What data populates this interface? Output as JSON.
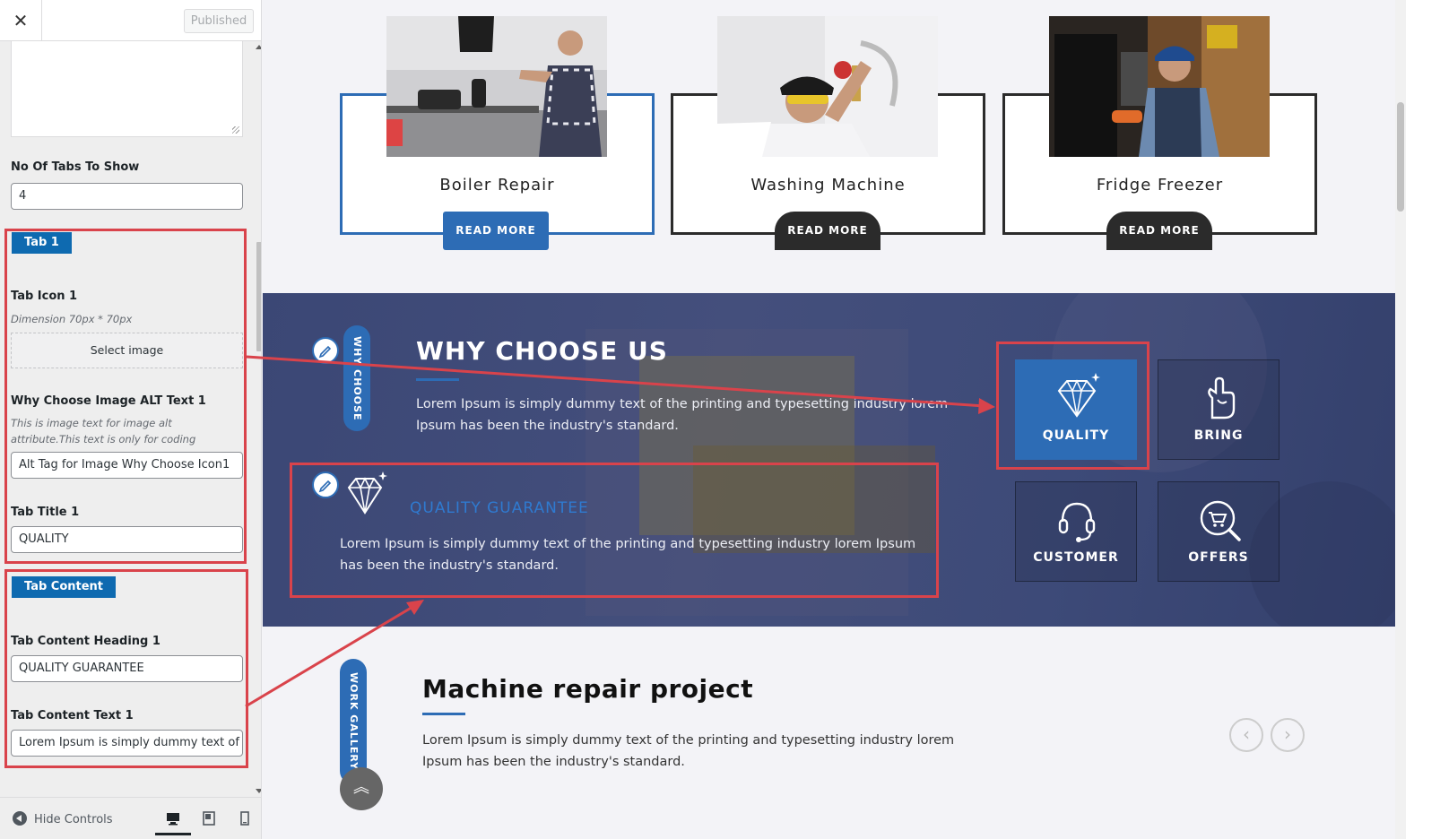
{
  "sidebar": {
    "close_icon": "close-icon",
    "publish_label": "Published",
    "no_of_tabs_label": "No Of Tabs To Show",
    "no_of_tabs_value": "4",
    "tab1_tag": "Tab 1",
    "tab_icon_label": "Tab Icon 1",
    "tab_icon_hint": "Dimension 70px * 70px",
    "select_image_label": "Select image",
    "alt_text_label": "Why Choose Image ALT Text 1",
    "alt_text_hint": "This is image text for image alt attribute.This text is only for coding purpose.",
    "alt_text_value": "Alt Tag for Image Why Choose Icon1",
    "tab_title_label": "Tab Title 1",
    "tab_title_value": "QUALITY",
    "tab_content_tag": "Tab Content",
    "content_heading_label": "Tab Content Heading 1",
    "content_heading_value": "QUALITY GUARANTEE",
    "content_text_label": "Tab Content Text 1",
    "content_text_value": "Lorem Ipsum is simply dummy text of t",
    "hide_controls_label": "Hide Controls"
  },
  "services": {
    "cards": [
      {
        "title": "Boiler Repair",
        "button": "READ MORE"
      },
      {
        "title": "Washing Machine",
        "button": "READ MORE"
      },
      {
        "title": "Fridge Freezer",
        "button": "READ MORE"
      }
    ]
  },
  "why_choose": {
    "side_label": "WHY CHOOSE",
    "title": "WHY CHOOSE US",
    "text": "Lorem Ipsum is simply dummy text of the printing and typesetting industry lorem Ipsum has been the industry's standard.",
    "content_heading": "QUALITY GUARANTEE",
    "content_text": "Lorem Ipsum is simply dummy text of the printing and typesetting industry lorem Ipsum has been the industry's standard.",
    "tabs": [
      {
        "label": "QUALITY",
        "icon": "diamond-icon"
      },
      {
        "label": "BRING",
        "icon": "hand-icon"
      },
      {
        "label": "CUSTOMER",
        "icon": "headset-icon"
      },
      {
        "label": "OFFERS",
        "icon": "cart-search-icon"
      }
    ]
  },
  "gallery": {
    "side_label": "WORK GALLERY",
    "title": "Machine repair project",
    "text": "Lorem Ipsum is simply dummy text of the printing and typesetting industry lorem Ipsum has been the industry's standard."
  },
  "colors": {
    "accent": "#2d6cb5",
    "sidebar_tag": "#0e6ab0",
    "annotation_red": "#d9434b",
    "dark_button": "#2b2b2b"
  }
}
